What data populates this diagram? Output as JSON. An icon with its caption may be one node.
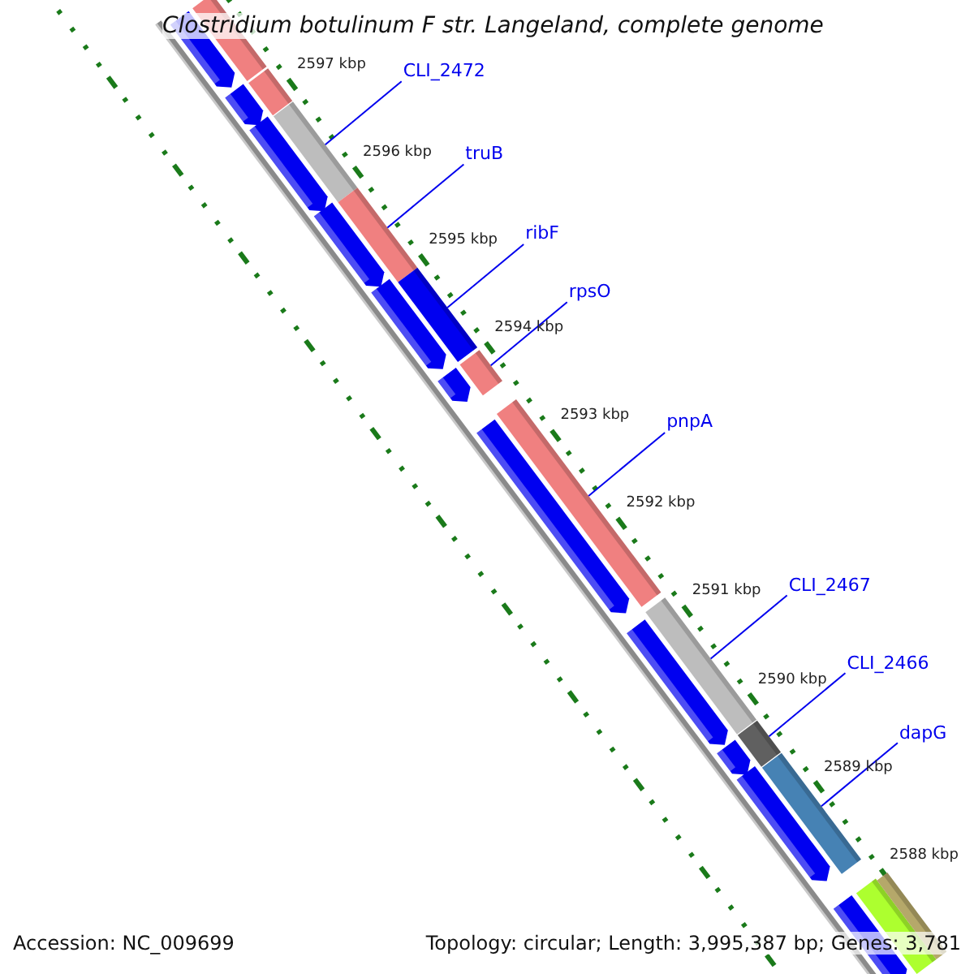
{
  "diagram": {
    "title": "Clostridium botulinum F str. Langeland, complete genome",
    "nodes": [
      {
        "text": [
          "CLI_2472"
        ]
      },
      {
        "text": [
          "truB"
        ]
      },
      {
        "text": [
          "ribF"
        ]
      },
      {
        "text": [
          "rpsO"
        ]
      },
      {
        "text": [
          "pnpA"
        ]
      },
      {
        "text": [
          "CLI_2467"
        ]
      },
      {
        "text": [
          "CLI_2466"
        ]
      },
      {
        "text": [
          "dapG"
        ]
      },
      {
        "text": [],
        "shape": "bar"
      },
      {
        "text": [],
        "shape": "arrow"
      },
      {
        "text": [],
        "shape": "bar"
      },
      {
        "text": [],
        "shape": "arrow"
      },
      {
        "text": [],
        "shape": "arrow"
      },
      {
        "text": [],
        "shape": "bar"
      },
      {
        "text": [],
        "shape": "arrow"
      },
      {
        "text": [],
        "shape": "bar"
      },
      {
        "text": [],
        "shape": "arrow"
      },
      {
        "text": [],
        "shape": "bar"
      },
      {
        "text": [],
        "shape": "bar"
      },
      {
        "text": [],
        "shape": "arrow"
      },
      {
        "text": [],
        "shape": "bar"
      },
      {
        "text": [],
        "shape": "arrow"
      },
      {
        "text": [],
        "shape": "bar"
      },
      {
        "text": [],
        "shape": "arrow"
      },
      {
        "text": [],
        "shape": "bar"
      },
      {
        "text": [],
        "shape": "arrow"
      },
      {
        "text": [],
        "shape": "arrow"
      },
      {
        "text": [],
        "shape": "bar"
      },
      {
        "text": [],
        "shape": "arrow"
      },
      {
        "text": [],
        "shape": "bar"
      },
      {
        "text": [],
        "shape": "bar"
      }
    ],
    "edges": [
      {
        "from": 0,
        "to": 13,
        "arrow": "none"
      },
      {
        "from": 1,
        "to": 15,
        "arrow": "none"
      },
      {
        "from": 2,
        "to": 17,
        "arrow": "none"
      },
      {
        "from": 3,
        "to": 18,
        "arrow": "none"
      },
      {
        "from": 4,
        "to": 20,
        "arrow": "none"
      },
      {
        "from": 5,
        "to": 22,
        "arrow": "none"
      },
      {
        "from": 6,
        "to": 24,
        "arrow": "none"
      },
      {
        "from": 7,
        "to": 27,
        "arrow": "none"
      }
    ],
    "labels": [
      "2597 kbp",
      "2596 kbp",
      "2595 kbp",
      "2594 kbp",
      "2593 kbp",
      "2592 kbp",
      "2591 kbp",
      "2590 kbp",
      "2589 kbp",
      "2588 kbp",
      "Accession: NC_009699",
      "Topology: circular; Length: 3,995,387 bp; Genes: 3,781"
    ]
  }
}
